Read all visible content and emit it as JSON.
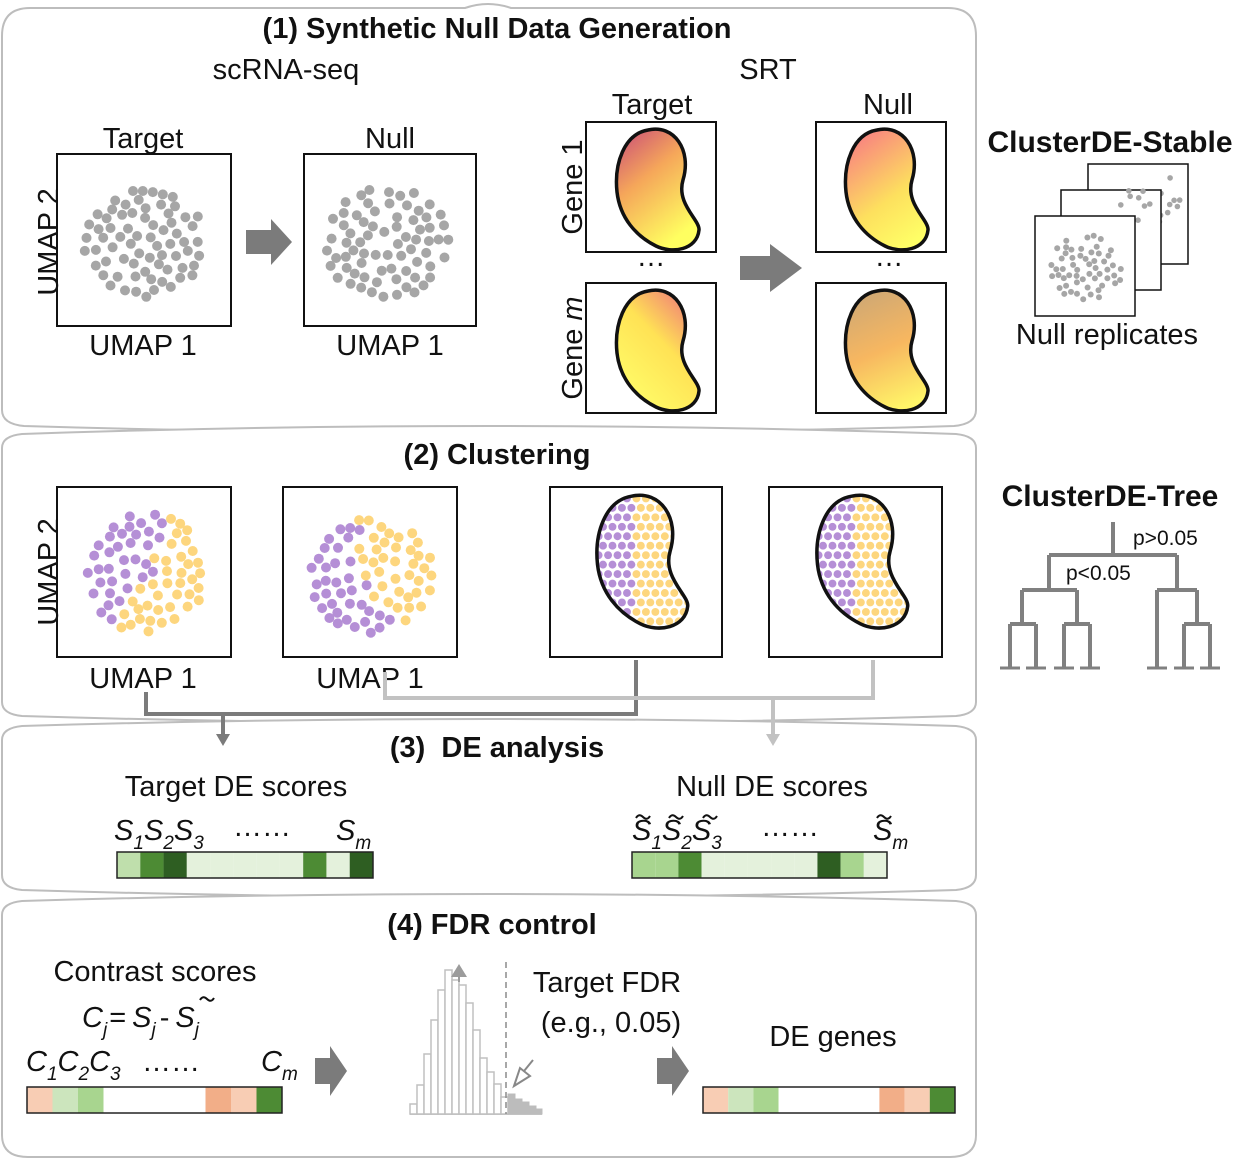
{
  "section1": {
    "title": "(1) Synthetic Null Data Generation",
    "scrna_label": "scRNA-seq",
    "srt_label": "SRT",
    "target_label": "Target",
    "null_label": "Null",
    "umap1": "UMAP 1",
    "umap2": "UMAP 2",
    "gene1": "Gene 1",
    "gene_m_prefix": "Gene ",
    "gene_m_var": "m",
    "dots": "…"
  },
  "stable": {
    "title": "ClusterDE-Stable",
    "caption": "Null replicates"
  },
  "section2": {
    "title": "(2) Clustering",
    "umap1": "UMAP 1",
    "umap2": "UMAP 2"
  },
  "tree": {
    "title": "ClusterDE-Tree",
    "p_high": "p>0.05",
    "p_low": "p<0.05",
    "p_low_color": "#dd1f1f"
  },
  "section3": {
    "title": "(3)  DE analysis",
    "target_scores": "Target DE scores",
    "null_scores": "Null DE scores",
    "S": "S",
    "sub1": "1",
    "sub2": "2",
    "sub3": "3",
    "subm": "m",
    "ellipsis": "……",
    "target_bar": [
      "#bfdfac",
      "#4d8b34",
      "#2e5e22",
      "#e4f1dc",
      "#e4f1dc",
      "#e4f1dc",
      "#e4f1dc",
      "#e4f1dc",
      "#4d8b34",
      "#e4f1dc",
      "#2e5e22"
    ],
    "null_bar": [
      "#a8d58f",
      "#a8d58f",
      "#4d8b34",
      "#e4f1dc",
      "#e4f1dc",
      "#e4f1dc",
      "#e4f1dc",
      "#e4f1dc",
      "#2e5e22",
      "#a8d58f",
      "#e4f1dc"
    ]
  },
  "section4": {
    "title": "(4) FDR control",
    "contrast_scores": "Contrast scores",
    "C": "C",
    "j": "j",
    "eq": "=",
    "minus": "-",
    "sub1": "1",
    "sub2": "2",
    "sub3": "3",
    "subm": "m",
    "ellipsis": "……",
    "target_fdr": "Target FDR",
    "fdr_example": "(e.g., 0.05)",
    "de_genes": "DE genes",
    "contrast_bar": [
      "#f8cdb4",
      "#cce5bd",
      "#a8d58f",
      "#ffffff",
      "#ffffff",
      "#ffffff",
      "#ffffff",
      "#f2ae88",
      "#f8cdb4",
      "#4d8b34"
    ],
    "de_bar": [
      "#f8cdb4",
      "#cce5bd",
      "#a8d58f",
      "#ffffff",
      "#ffffff",
      "#ffffff",
      "#ffffff",
      "#f2ae88",
      "#f8cdb4",
      "#4d8b34"
    ]
  },
  "colors": {
    "purple": "#b58fd6",
    "yellow": "#fdd67e",
    "gray_dot": "#a6a6a6",
    "arrow": "#7b7b7b"
  }
}
